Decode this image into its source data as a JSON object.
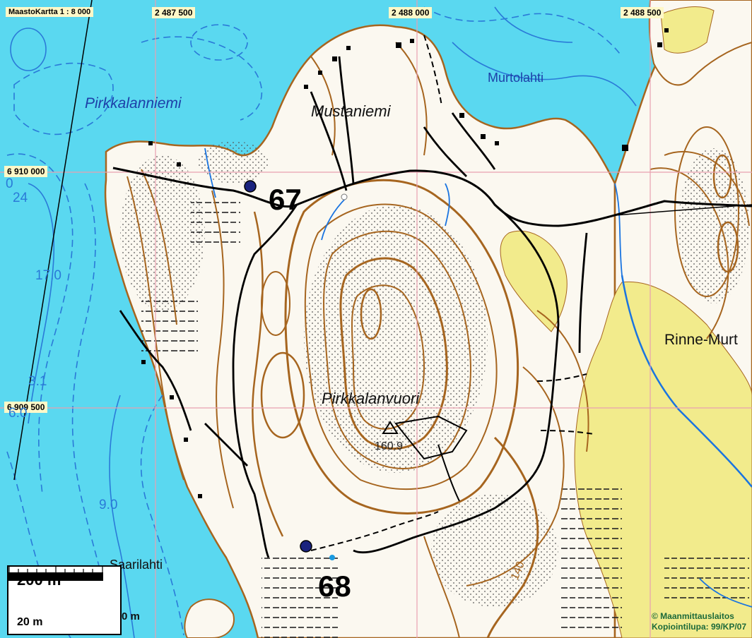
{
  "map": {
    "title": "MaastoKartta 1 : 8 000",
    "grid_labels_x": [
      "2 487 500",
      "2 488 000",
      "2 488 500"
    ],
    "grid_labels_y": [
      "6 910 000",
      "6 909 500"
    ],
    "places": {
      "pirkkalanniemi": "Pirkkalanniemi",
      "mustaniemi": "Mustaniemi",
      "murtolahti": "Murtolahti",
      "pirkkalanvuori": "Pirkkalanvuori",
      "rinne_murt": "Rinne-Murt",
      "saarilahti": "Saarilahti"
    },
    "depths": [
      "24",
      "17.0",
      "3.1",
      "6.0",
      "9.0",
      "0"
    ],
    "elevation": "160.9",
    "contour_value": "140",
    "markers": [
      {
        "number": "67",
        "color": "#1a237e"
      },
      {
        "number": "68",
        "color": "#1a237e"
      }
    ],
    "scale": {
      "main": "200 m",
      "sub": "20 m",
      "partial": "0 m"
    },
    "copyright": [
      "© Maanmittauslaitos",
      "Kopiointilupa: 99/KP/07"
    ],
    "colors": {
      "water": "#5ad8f0",
      "land": "#fbf8f0",
      "field": "#f2eb8c",
      "contour": "#a6651f",
      "road": "#000000",
      "grid": "#e8a0b0"
    }
  }
}
